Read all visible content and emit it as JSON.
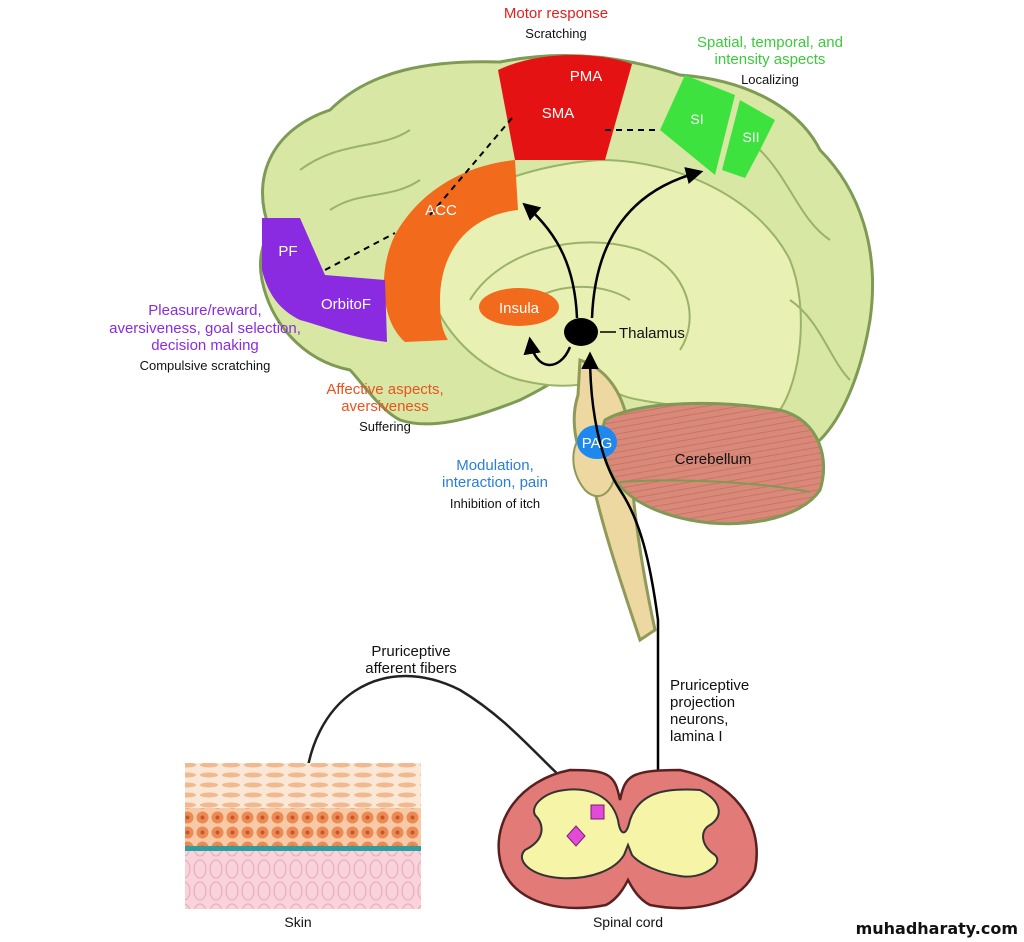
{
  "regions": {
    "pma": "PMA",
    "sma": "SMA",
    "si": "SI",
    "sii": "SII",
    "acc": "ACC",
    "pf": "PF",
    "orbitof": "OrbitoF",
    "insula": "Insula",
    "thalamus": "Thalamus",
    "pag": "PAG",
    "cerebellum": "Cerebellum"
  },
  "annotations": {
    "motor": {
      "title": "Motor response",
      "subtitle": "Scratching"
    },
    "spatial": {
      "title_line1": "Spatial, temporal, and",
      "title_line2": "intensity aspects",
      "subtitle": "Localizing"
    },
    "pleasure": {
      "line1": "Pleasure/reward,",
      "line2": "aversiveness, goal selection,",
      "line3": "decision making",
      "subtitle": "Compulsive scratching"
    },
    "affective": {
      "line1": "Affective aspects,",
      "line2": "aversiveness",
      "subtitle": "Suffering"
    },
    "modulation": {
      "line1": "Modulation,",
      "line2": "interaction, pain",
      "subtitle": "Inhibition of itch"
    }
  },
  "lower": {
    "afferent": {
      "line1": "Pruriceptive",
      "line2": "afferent fibers"
    },
    "projection": {
      "line1": "Pruriceptive",
      "line2": "projection",
      "line3": "neurons,",
      "line4": "lamina I"
    },
    "skin": "Skin",
    "spinal_cord": "Spinal cord"
  },
  "watermark": "muhadharaty.com",
  "colors": {
    "motor": "#e41e1e",
    "spatial": "#3cc93c",
    "pleasure": "#8a2be2",
    "affective": "#e8531f",
    "modulation": "#2a7fd4"
  }
}
